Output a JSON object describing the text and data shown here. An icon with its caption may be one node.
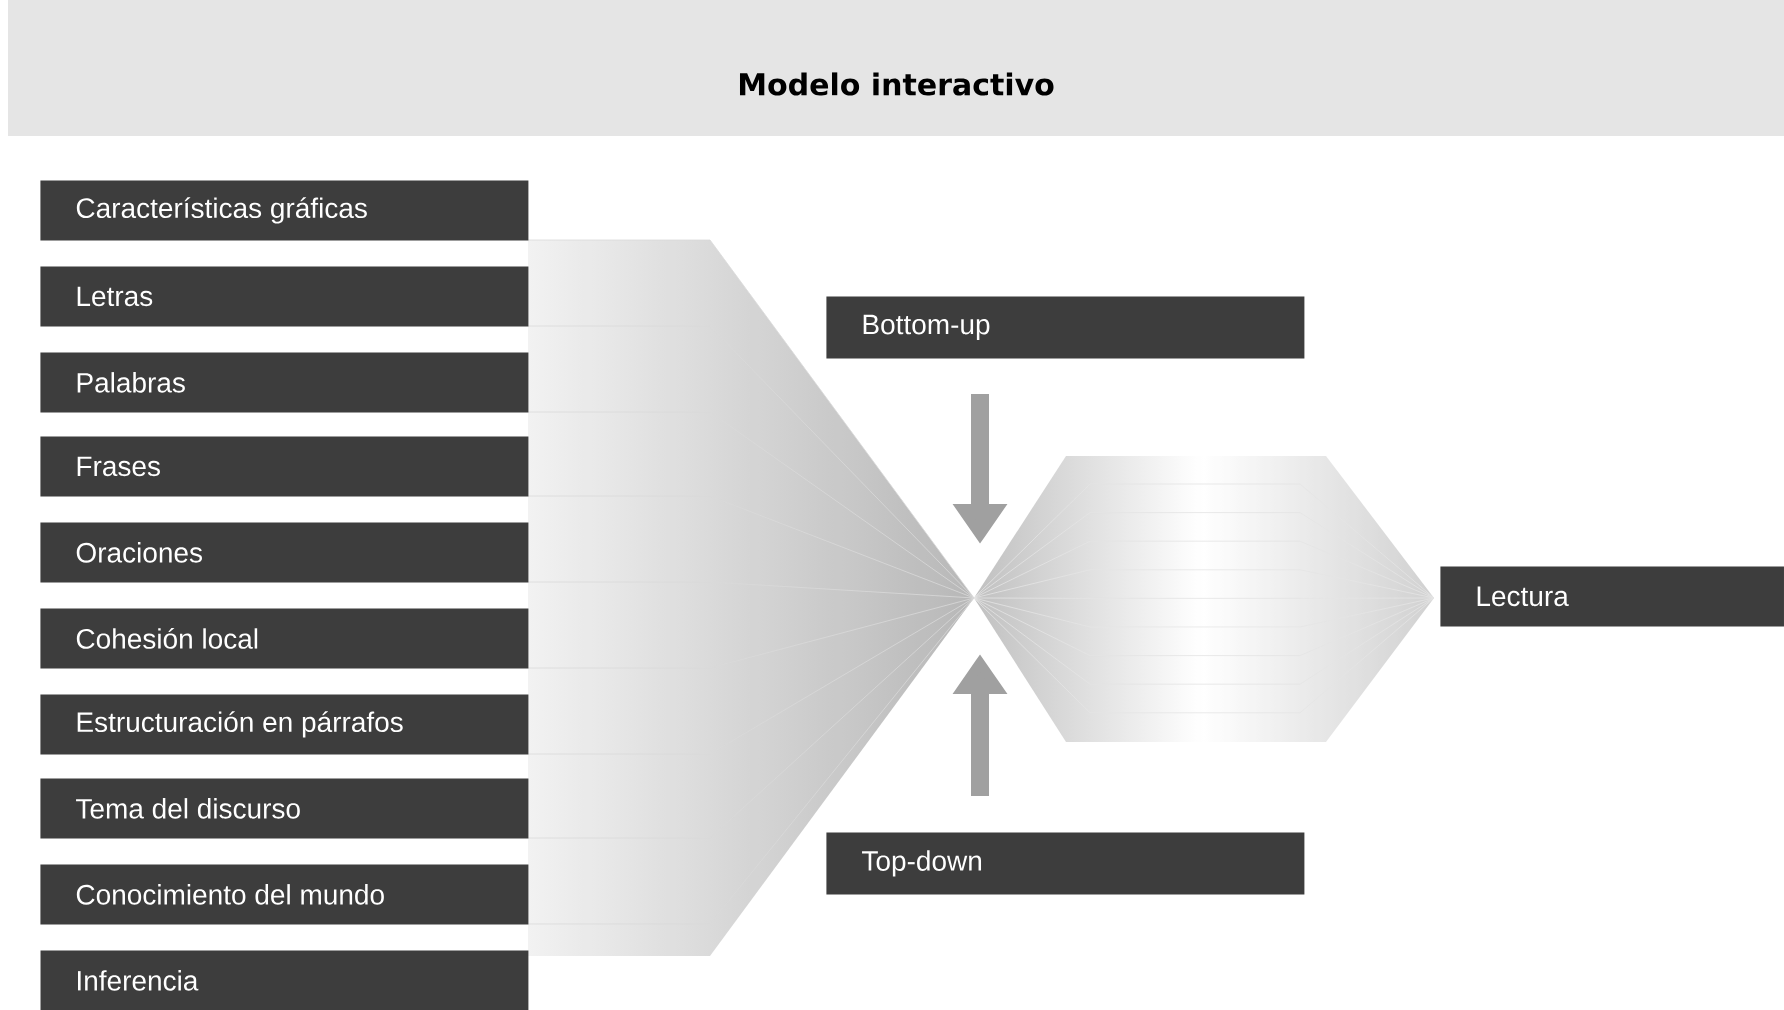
{
  "diagram": {
    "title": "Modelo interactivo",
    "nodes": [
      {
        "text": [
          "Características gráficas"
        ]
      },
      {
        "text": [
          "Letras"
        ]
      },
      {
        "text": [
          "Palabras"
        ]
      },
      {
        "text": [
          "Frases"
        ]
      },
      {
        "text": [
          "Oraciones"
        ]
      },
      {
        "text": [
          "Cohesión local"
        ]
      },
      {
        "text": [
          "Estructuración en párrafos"
        ]
      },
      {
        "text": [
          "Tema del discurso"
        ]
      },
      {
        "text": [
          "Conocimiento del mundo"
        ]
      },
      {
        "text": [
          "Inferencia"
        ]
      },
      {
        "text": [
          "Bottom-up"
        ]
      },
      {
        "text": [
          "Top-down"
        ]
      },
      {
        "text": [
          "Lectura"
        ]
      }
    ]
  }
}
